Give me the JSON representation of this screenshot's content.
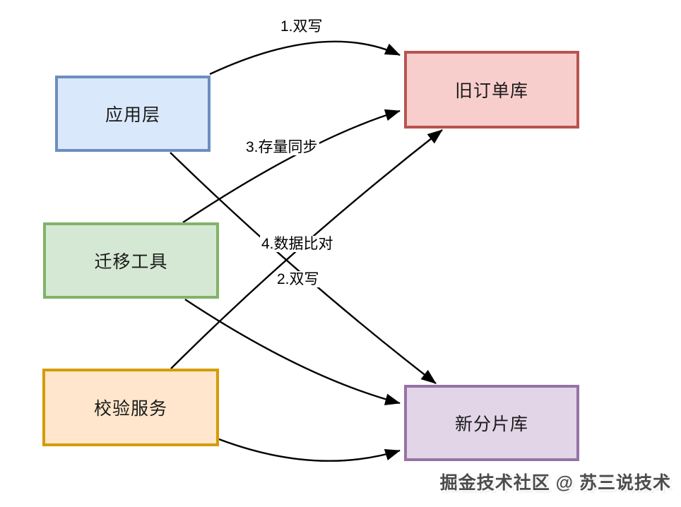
{
  "diagram": {
    "title": "order database migration dual-write diagram",
    "nodes": {
      "app_layer": {
        "label": "应用层"
      },
      "migration_tool": {
        "label": "迁移工具"
      },
      "validation_service": {
        "label": "校验服务"
      },
      "old_order_db": {
        "label": "旧订单库"
      },
      "new_shard_db": {
        "label": "新分片库"
      }
    },
    "edges": [
      {
        "from": "应用层",
        "to": "旧订单库",
        "label": "1.双写"
      },
      {
        "from": "应用层",
        "to": "新分片库",
        "label": "2.双写"
      },
      {
        "from": "迁移工具",
        "to": "旧订单库",
        "label": "3.存量同步"
      },
      {
        "from": "迁移工具",
        "to": "新分片库",
        "label": ""
      },
      {
        "from": "校验服务",
        "to": "旧订单库",
        "label": "4.数据比对"
      },
      {
        "from": "校验服务",
        "to": "新分片库",
        "label": ""
      }
    ],
    "colors": {
      "app_layer": {
        "fill": "#dae8fc",
        "stroke": "#6c8ebf"
      },
      "migration_tool": {
        "fill": "#d5e8d4",
        "stroke": "#82b366"
      },
      "validation_service": {
        "fill": "#ffe6cc",
        "stroke": "#d79b00"
      },
      "old_order_db": {
        "fill": "#f8cecc",
        "stroke": "#b85450"
      },
      "new_shard_db": {
        "fill": "#e1d5e7",
        "stroke": "#9673a6"
      },
      "arrow": "#000000",
      "background": "#ffffff"
    },
    "watermark": "掘金技术社区 @ 苏三说技术"
  }
}
